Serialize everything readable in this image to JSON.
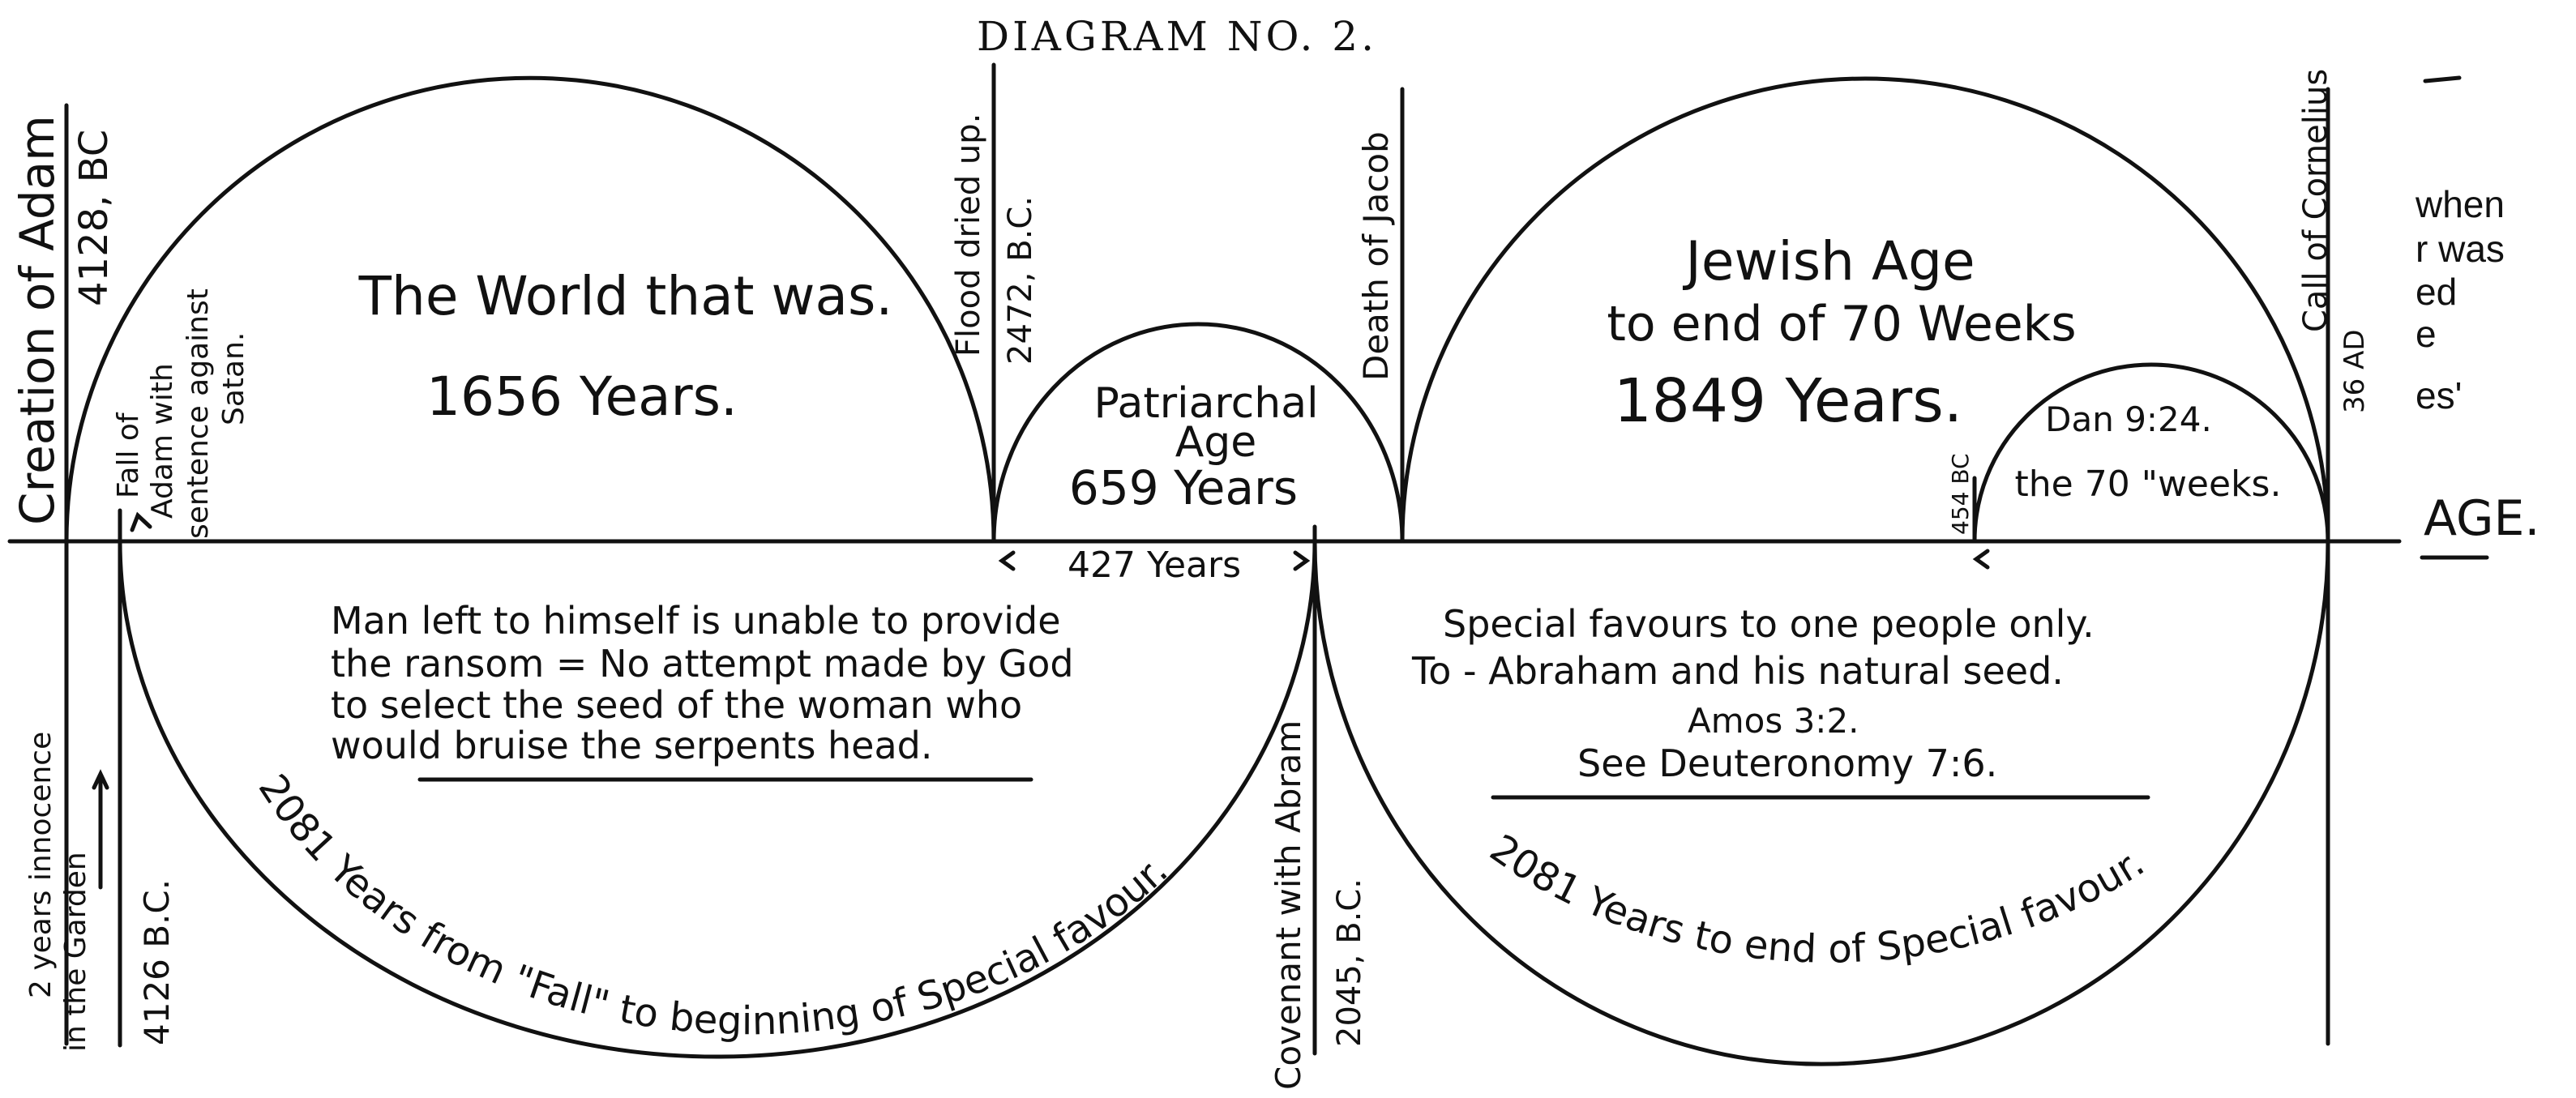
{
  "title": "DIAGRAM NO. 2.",
  "axis_label": "AGE.",
  "upper_arcs": {
    "world_that_was": {
      "name": "The World that was.",
      "years": "1656 Years."
    },
    "patriarchal": {
      "line1": "Patriarchal",
      "line2": "Age",
      "years": "659 Years"
    },
    "jewish": {
      "line1": "Jewish Age",
      "line2": "to end of 70 Weeks",
      "years": "1849 Years."
    },
    "seventy_weeks": {
      "ref": "Dan 9:24.",
      "label": "the 70 \"weeks."
    }
  },
  "below_axis": {
    "span_427": "427 Years",
    "left_text": [
      "Man left to himself is unable to provide",
      "the ransom = No attempt made by God",
      "to select the seed of the woman who",
      "would bruise the serpents head."
    ],
    "right_text": [
      "Special favours to one people only.",
      "To - Abraham and his natural seed.",
      "Amos 3:2.",
      "See Deuteronomy 7:6."
    ],
    "left_arc_label": "2081 Years from \"Fall\" to beginning of Special favour.",
    "right_arc_label": "2081 Years to end of Special favour."
  },
  "vertical_labels": {
    "creation": "Creation of Adam",
    "creation_date": "4128, BC",
    "fall_1": "Fall of",
    "fall_2": "Adam with",
    "fall_3": "sentence against",
    "fall_4": "Satan.",
    "innocence_1": "2 years innocence",
    "innocence_2": "in the Garden",
    "fall_date": "4126 B.C.",
    "flood": "Flood dried up.",
    "flood_date": "2472, B.C.",
    "jacob": "Death of Jacob",
    "covenant": "Covenant with Abram",
    "covenant_date": "2045, B.C.",
    "bc454": "454 BC",
    "cornelius": "Call of Cornelius",
    "cornelius_date": "36 AD"
  },
  "margin_fragments": [
    "when",
    "r was",
    "ed",
    "e",
    "es'"
  ]
}
